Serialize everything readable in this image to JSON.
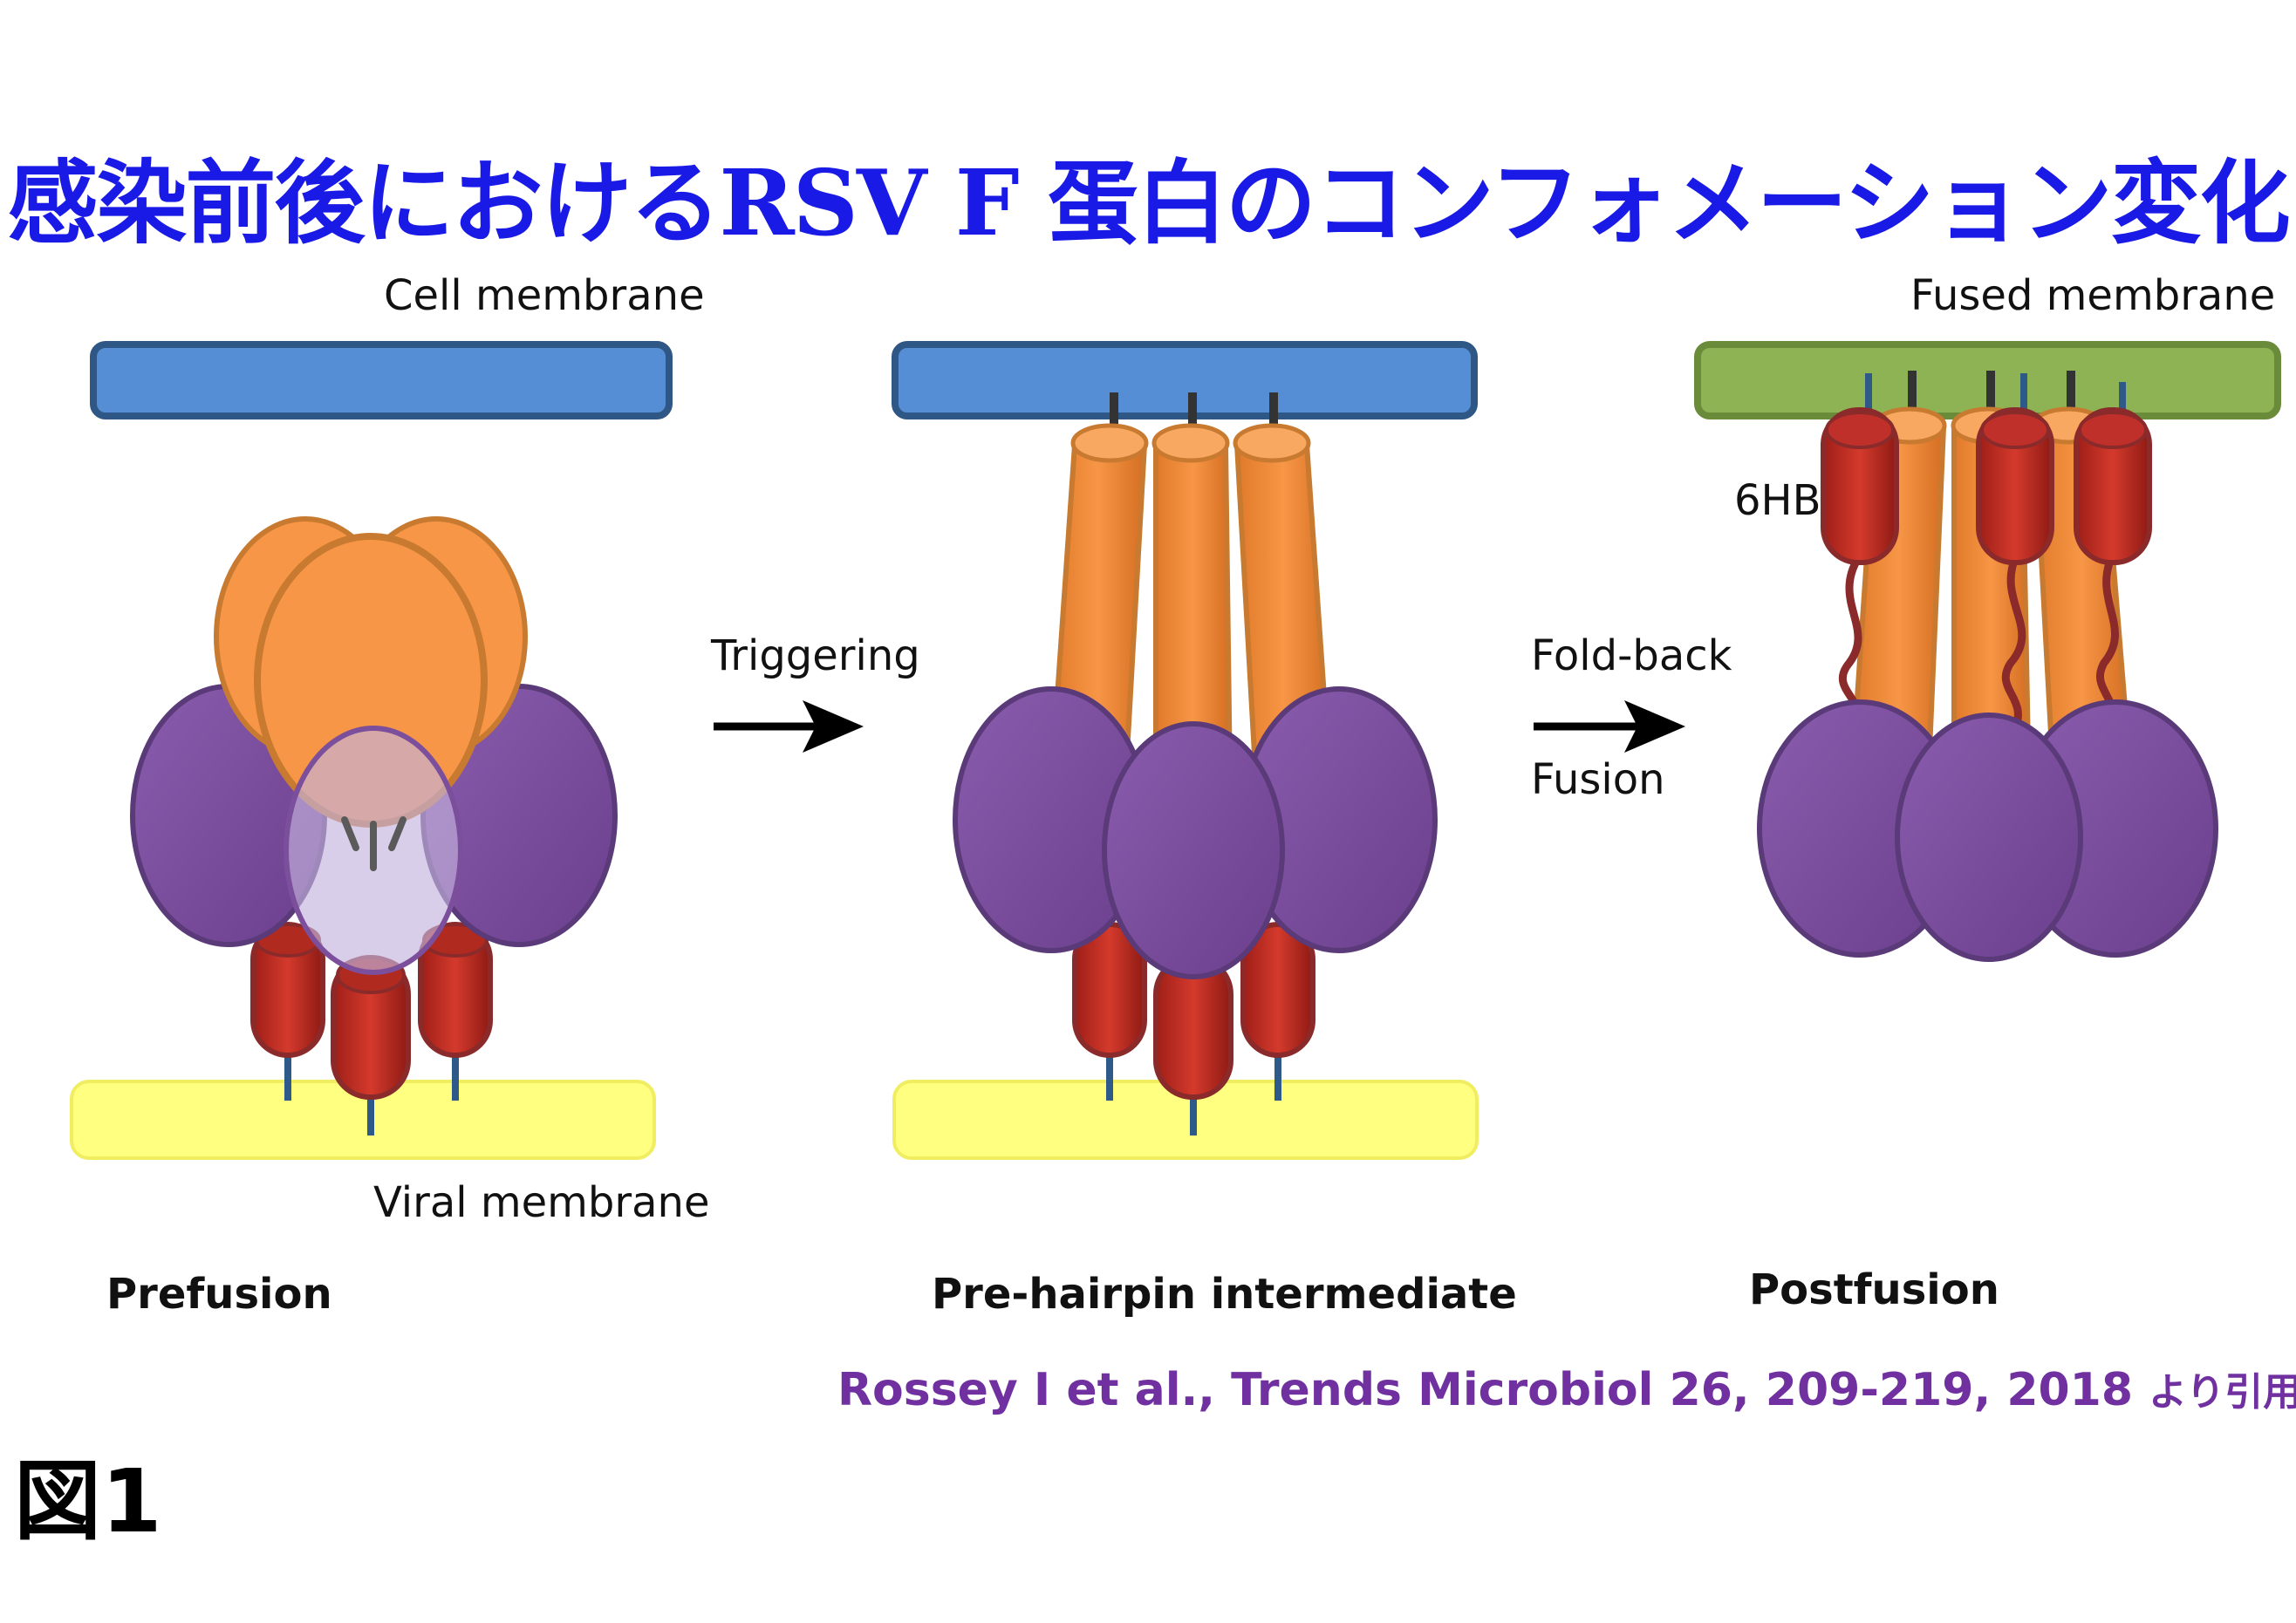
{
  "title": "感染前後におけるRSV F 蛋白のコンフォメーション変化",
  "labels": {
    "cell_membrane": "Cell membrane",
    "viral_membrane": "Viral membrane",
    "fused_membrane": "Fused membrane",
    "six_hb": "6HB",
    "triggering": "Triggering",
    "fold_back": "Fold-back",
    "fusion": "Fusion"
  },
  "stages": {
    "prefusion": "Prefusion",
    "pre_hairpin": "Pre-hairpin intermediate",
    "postfusion": "Postfusion"
  },
  "citation": {
    "text": "Rossey I et al., Trends Microbiol 26, 209-219, 2018",
    "suffix": "より引用"
  },
  "figure_label": "図1",
  "colors": {
    "title": "#1a1ae6",
    "citation": "#7030a0",
    "cell_membrane": "#558ed5",
    "viral_membrane": "#ffff80",
    "fused_membrane": "#8db354",
    "head_orange": "#f79646",
    "purple": "#7c4f9c",
    "red_helix": "#c0302a"
  },
  "icons": {
    "arrow": "right-arrow-icon"
  }
}
